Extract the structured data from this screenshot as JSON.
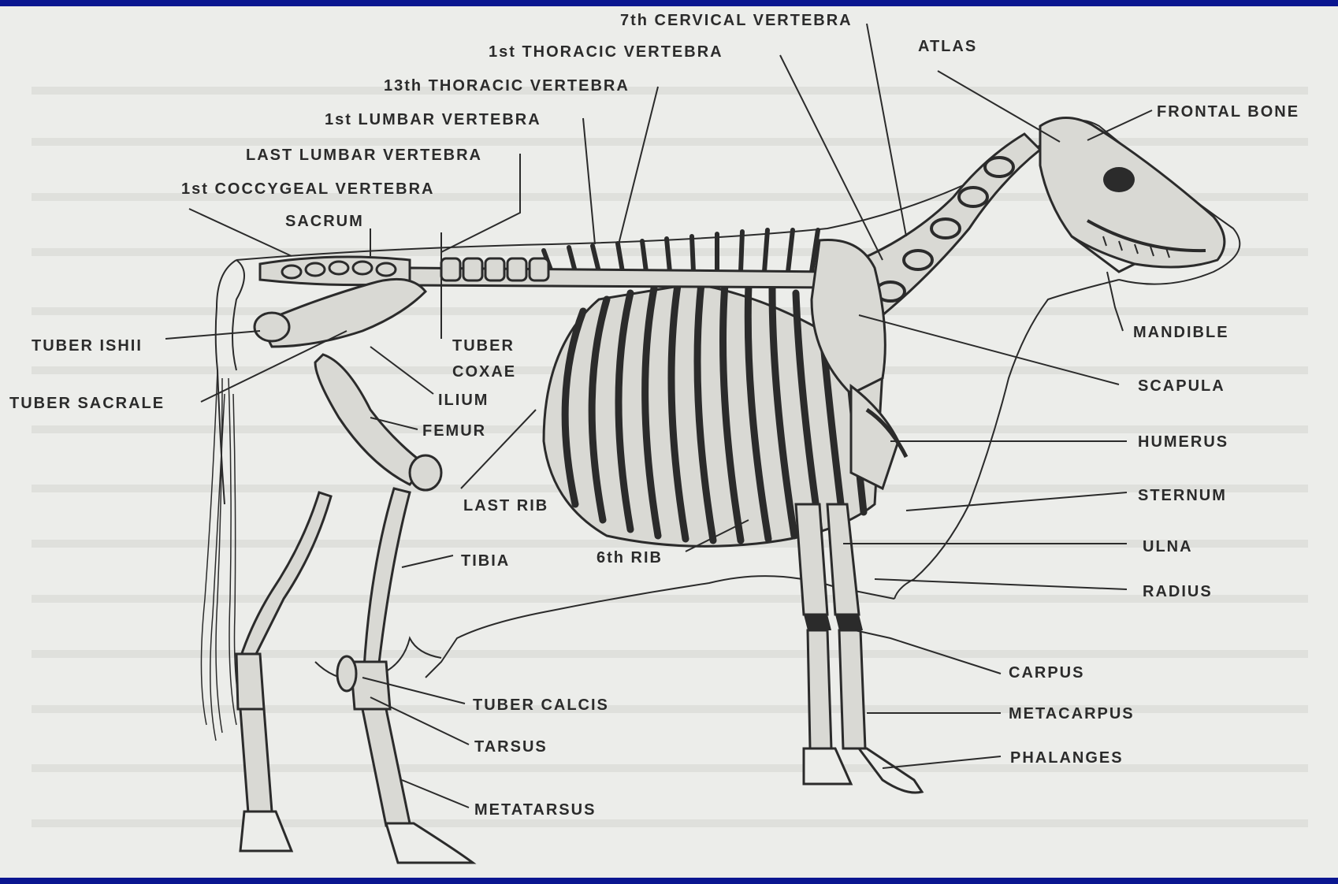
{
  "diagram": {
    "labels": {
      "cervical7": "7th CERVICAL VERTEBRA",
      "thoracic1": "1st THORACIC VERTEBRA",
      "thoracic13": "13th THORACIC VERTEBRA",
      "lumbar1": "1st LUMBAR VERTEBRA",
      "lumbar_last": "LAST LUMBAR VERTEBRA",
      "coccygeal1": "1st COCCYGEAL VERTEBRA",
      "sacrum": "SACRUM",
      "atlas": "ATLAS",
      "frontal_bone": "FRONTAL BONE",
      "mandible": "MANDIBLE",
      "scapula": "SCAPULA",
      "humerus": "HUMERUS",
      "sternum": "STERNUM",
      "ulna": "ULNA",
      "radius": "RADIUS",
      "carpus": "CARPUS",
      "metacarpus": "METACARPUS",
      "phalanges": "PHALANGES",
      "tuber_ishii": "TUBER ISHII",
      "tuber_coxae_line1": "TUBER",
      "tuber_coxae_line2": "COXAE",
      "tuber_sacrale": "TUBER SACRALE",
      "ilium": "ILIUM",
      "femur": "FEMUR",
      "last_rib": "LAST  RIB",
      "tibia": "TIBIA",
      "rib6": "6th RIB",
      "tuber_calcis": "TUBER CALCIS",
      "tarsus": "TARSUS",
      "metatarsus": "METATARSUS"
    },
    "colors": {
      "frame": "#0a1690",
      "paper": "#ecedea",
      "ink": "#2b2b2b",
      "bone_fill": "#d9d9d4"
    }
  }
}
